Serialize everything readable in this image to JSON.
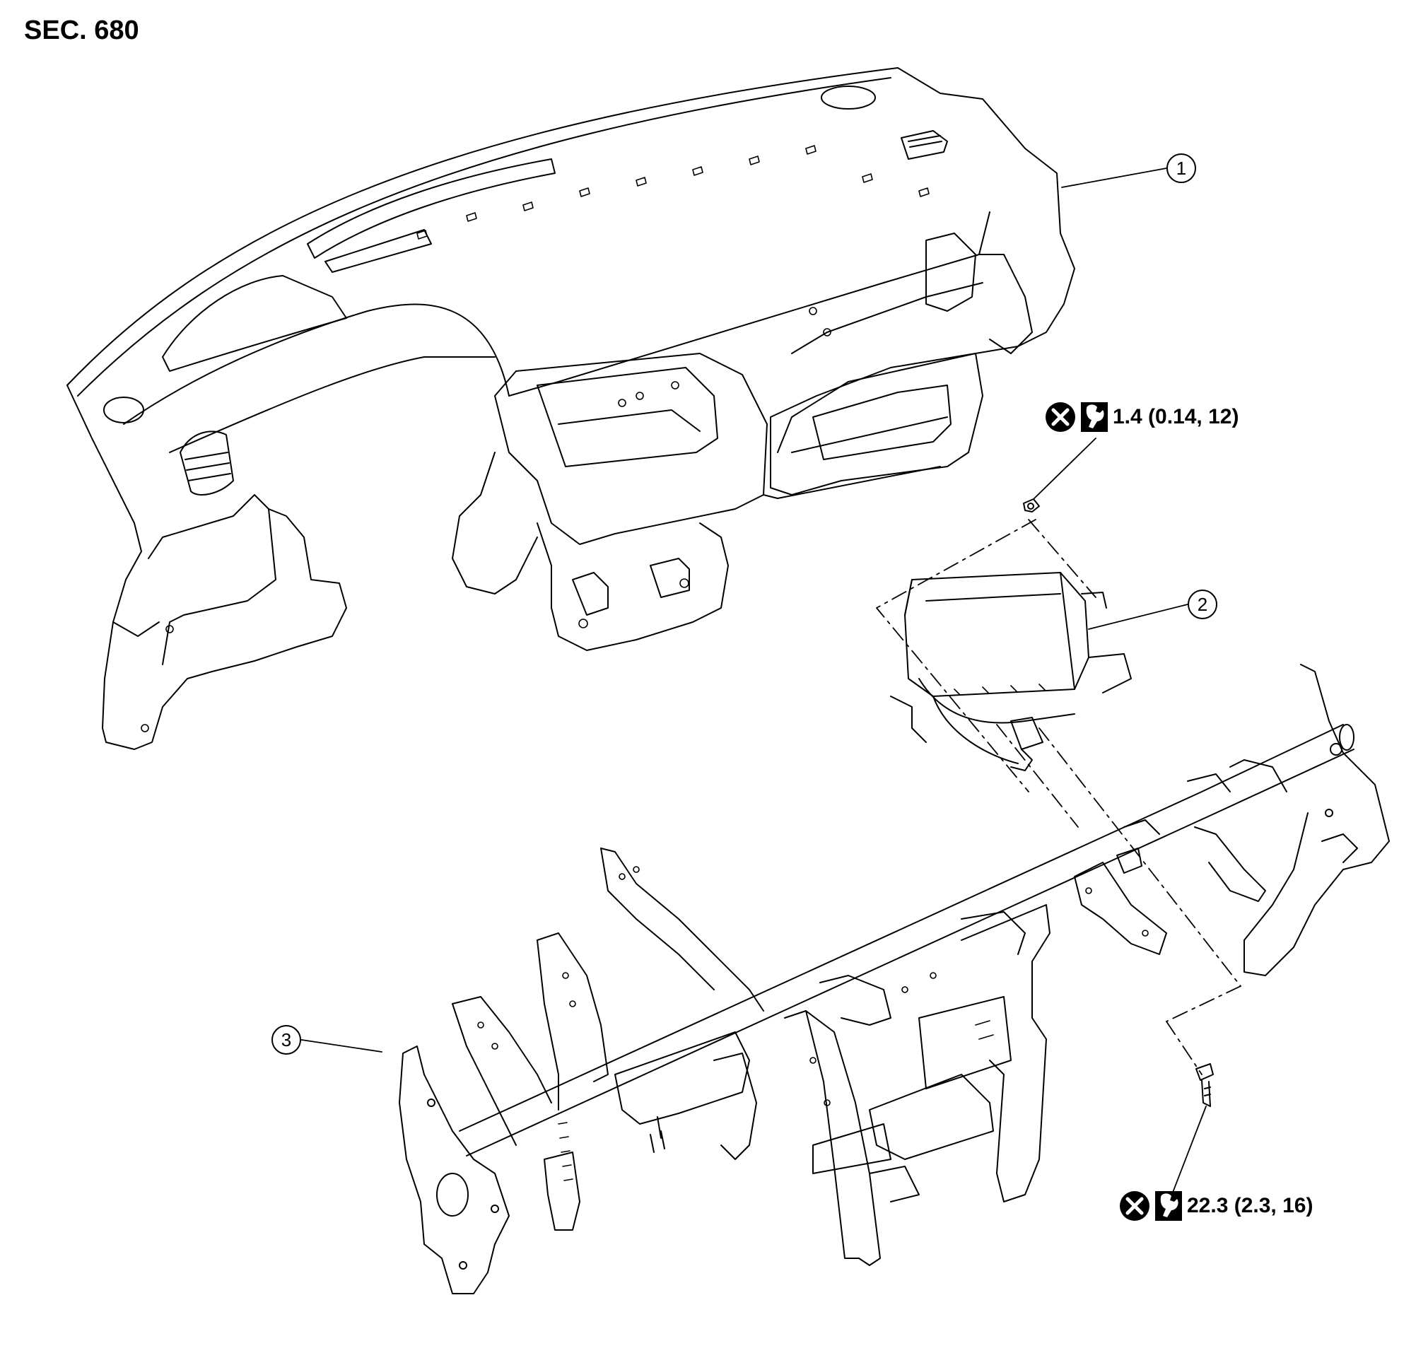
{
  "title": "SEC. 680",
  "callouts": [
    "1",
    "2",
    "3"
  ],
  "torque_specs": [
    {
      "value": "1.4 (0.14, 12)",
      "icons": [
        "replace-icon",
        "torque-wrench-icon"
      ]
    },
    {
      "value": "22.3 (2.3, 16)",
      "icons": [
        "replace-icon",
        "torque-wrench-icon"
      ]
    }
  ],
  "components": [
    "instrument-panel",
    "passenger-air-bag-module",
    "steering-member"
  ]
}
